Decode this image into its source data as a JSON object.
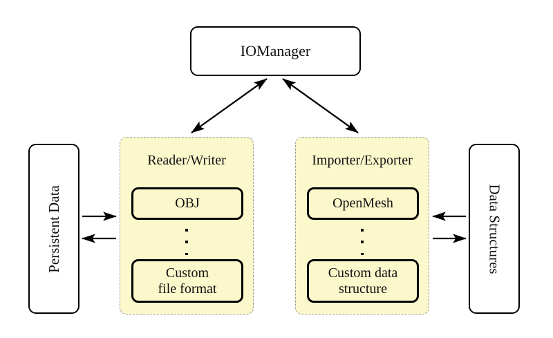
{
  "diagram": {
    "title_node": {
      "label": "IOManager"
    },
    "left_endpoint": {
      "label": "Persistent Data"
    },
    "right_endpoint": {
      "label": "Data Structures"
    },
    "groups": [
      {
        "title": "Reader/Writer",
        "top_item": "OBJ",
        "ellipsis": "⋮",
        "bottom_item_line1": "Custom",
        "bottom_item_line2": "file format"
      },
      {
        "title": "Importer/Exporter",
        "top_item": "OpenMesh",
        "ellipsis": "⋮",
        "bottom_item_line1": "Custom data",
        "bottom_item_line2": "structure"
      }
    ],
    "connections": [
      {
        "name": "iomanager-to-reader-writer",
        "style": "double-headed"
      },
      {
        "name": "iomanager-to-importer-exporter",
        "style": "double-headed"
      },
      {
        "name": "persistent-data-to-reader-writer",
        "style": "single-headed-right"
      },
      {
        "name": "reader-writer-to-persistent-data",
        "style": "single-headed-left"
      },
      {
        "name": "data-structures-to-importer-exporter",
        "style": "single-headed-left"
      },
      {
        "name": "importer-exporter-to-data-structures",
        "style": "single-headed-right"
      }
    ],
    "colors": {
      "panel_fill": "#fbf8cc",
      "panel_border": "#9a9a9a",
      "stroke": "#000000",
      "background": "#ffffff"
    }
  }
}
